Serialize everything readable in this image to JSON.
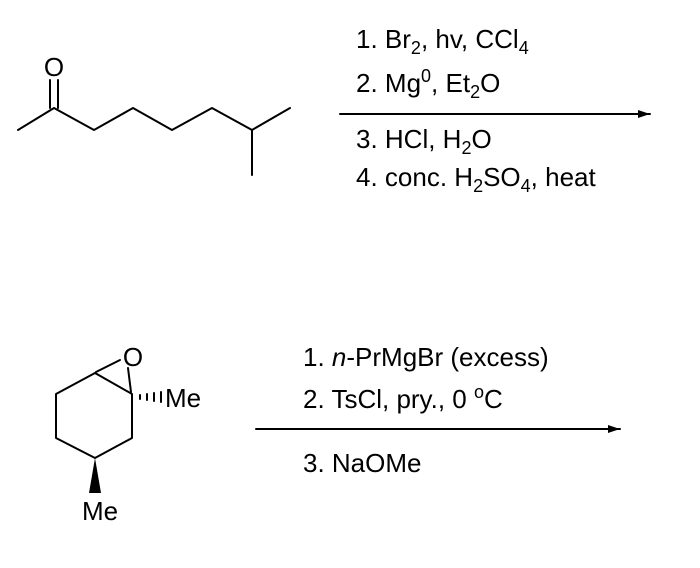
{
  "reaction_1": {
    "reactant_atoms": {
      "carbonyl_oxygen": "O"
    },
    "conditions_above": [
      [
        {
          "t": "1. Br"
        },
        {
          "t": "2",
          "s": "sub"
        },
        {
          "t": ", hv, CCl"
        },
        {
          "t": "4",
          "s": "sub"
        }
      ],
      [
        {
          "t": "2. Mg"
        },
        {
          "t": "0",
          "s": "sup"
        },
        {
          "t": ", Et"
        },
        {
          "t": "2",
          "s": "sub"
        },
        {
          "t": "O"
        }
      ]
    ],
    "conditions_below": [
      [
        {
          "t": "3. HCl, H"
        },
        {
          "t": "2",
          "s": "sub"
        },
        {
          "t": "O"
        }
      ],
      [
        {
          "t": "4. conc. H"
        },
        {
          "t": "2",
          "s": "sub"
        },
        {
          "t": "SO"
        },
        {
          "t": "4",
          "s": "sub"
        },
        {
          "t": ", heat"
        }
      ]
    ]
  },
  "reaction_2": {
    "reactant_atoms": {
      "epoxide_oxygen": "O",
      "methyl_hashed": "Me",
      "methyl_wedged": "Me"
    },
    "conditions_above": [
      [
        {
          "t": "1. "
        },
        {
          "t": "n",
          "s": "ital"
        },
        {
          "t": "-PrMgBr (excess)"
        }
      ],
      [
        {
          "t": "2. TsCl, pry., 0 "
        },
        {
          "t": "o",
          "s": "sup"
        },
        {
          "t": "C"
        }
      ]
    ],
    "conditions_below": [
      [
        {
          "t": "3. NaOMe"
        }
      ]
    ]
  }
}
